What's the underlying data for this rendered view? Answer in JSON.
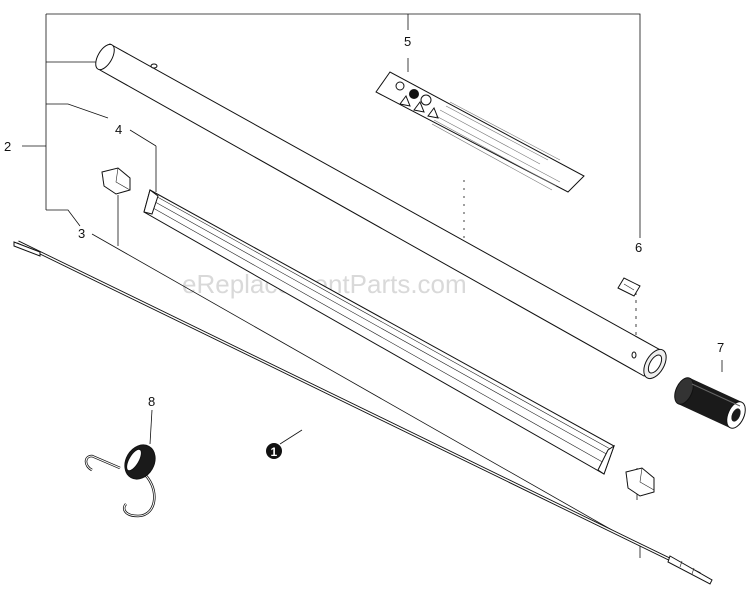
{
  "watermark": "eReplacementParts.com",
  "callouts": {
    "c1": "1",
    "c2": "2",
    "c3": "3",
    "c4": "4",
    "c5": "5",
    "c6": "6",
    "c7": "7",
    "c8": "8"
  },
  "parts": [
    {
      "ref": "1",
      "part": "drive-shaft"
    },
    {
      "ref": "2",
      "part": "shaft-tube-assembly"
    },
    {
      "ref": "3",
      "part": "shaft-bushing"
    },
    {
      "ref": "4",
      "part": "liner"
    },
    {
      "ref": "5",
      "part": "warning-decal"
    },
    {
      "ref": "6",
      "part": "small-label"
    },
    {
      "ref": "7",
      "part": "grip"
    },
    {
      "ref": "8",
      "part": "hanger-hook"
    }
  ]
}
